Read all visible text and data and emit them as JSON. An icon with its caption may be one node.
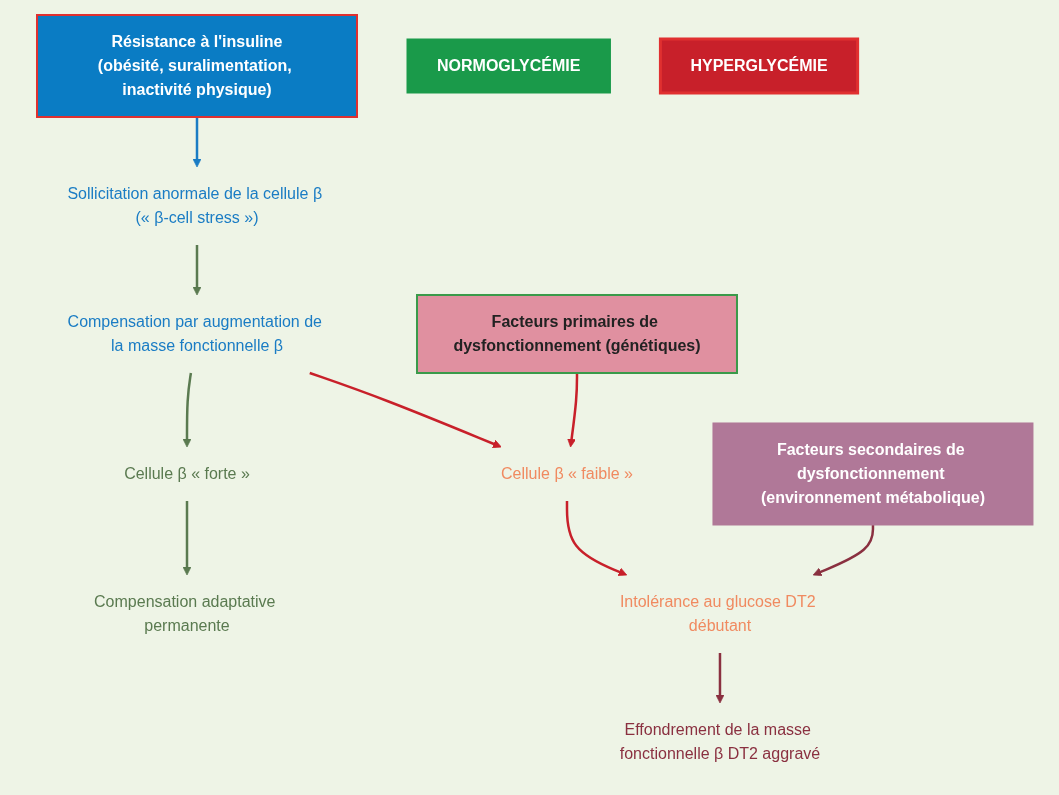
{
  "diagram": {
    "nodes": [
      {
        "text": [
          "Résistance à l'insuline",
          "(obésité, suralimentation, inactivité physique)"
        ]
      },
      {
        "text": [
          "Sollicitation anormale de la cellule β (« β-cell stress »)"
        ]
      },
      {
        "text": [
          "Compensation par augmentation de la masse fonctionnelle β"
        ]
      },
      {
        "text": [
          "Facteurs primaires de dysfonctionnement (génétiques)"
        ]
      },
      {
        "text": [
          "Cellule β « forte »"
        ]
      },
      {
        "text": [
          "Cellule β « faible »"
        ]
      },
      {
        "text": [
          "Compensation adaptative permanente"
        ]
      },
      {
        "text": [
          "Intolérance au glucose DT2 débutant"
        ]
      },
      {
        "text": [
          "Facteurs secondaires de dysfonctionnement (environnement métabolique)"
        ]
      },
      {
        "text": [
          "Effondrement de la masse fonctionnelle β DT2 aggravé"
        ]
      },
      {
        "text": [
          "NORMOGLYCÉMIE"
        ]
      },
      {
        "text": [
          "HYPERGLYCÉMIE"
        ]
      }
    ],
    "edges": [
      {
        "from": 0,
        "to": 1,
        "arrow": "to",
        "color": "#1a7cc4"
      },
      {
        "from": 1,
        "to": 2,
        "arrow": "to",
        "color": "#5a7a50"
      },
      {
        "from": 2,
        "to": 4,
        "arrow": "to",
        "color": "#5a7a50"
      },
      {
        "from": 2,
        "to": 5,
        "arrow": "to",
        "color": "#c8202a"
      },
      {
        "from": 3,
        "to": 5,
        "arrow": "to",
        "color": "#c8202a"
      },
      {
        "from": 4,
        "to": 6,
        "arrow": "to",
        "color": "#5a7a50"
      },
      {
        "from": 5,
        "to": 7,
        "arrow": "to",
        "color": "#c8202a"
      },
      {
        "from": 8,
        "to": 7,
        "arrow": "to",
        "color": "#8a3040"
      },
      {
        "from": 7,
        "to": 9,
        "arrow": "to",
        "color": "#8a3040"
      }
    ]
  }
}
